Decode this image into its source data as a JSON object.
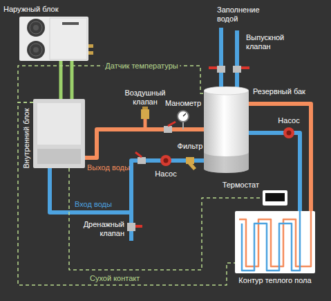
{
  "diagram": {
    "nodes": [
      {
        "text": [
          "Наружный блок"
        ]
      },
      {
        "text": [
          "Внутренний блок"
        ]
      },
      {
        "text": [
          "Резервный бак"
        ]
      },
      {
        "text": [
          "Термостат"
        ]
      },
      {
        "text": [
          "Контур теплого пола"
        ]
      }
    ],
    "edges": [
      {
        "from": 0,
        "to": 1,
        "arrow": "none"
      },
      {
        "from": 1,
        "to": 2,
        "arrow": "none"
      },
      {
        "from": 2,
        "to": 1,
        "arrow": "none"
      },
      {
        "from": 2,
        "to": 4,
        "arrow": "none"
      },
      {
        "from": 2,
        "to": 4,
        "arrow": "none"
      },
      {
        "from": 1,
        "to": 2,
        "label": "Датчик температуры",
        "arrow": "none"
      },
      {
        "from": 1,
        "to": 3,
        "arrow": "none"
      },
      {
        "from": 1,
        "to": 4,
        "arrow": "none"
      }
    ],
    "labels": [
      "Воздушный клапан",
      "Манометр",
      "Заполнение водой",
      "Выпускной клапан",
      "Выход воды",
      "Фильтр",
      "Насос",
      "Насос",
      "Вход воды",
      "Дренажный клапан",
      "Сухой контакт"
    ]
  }
}
